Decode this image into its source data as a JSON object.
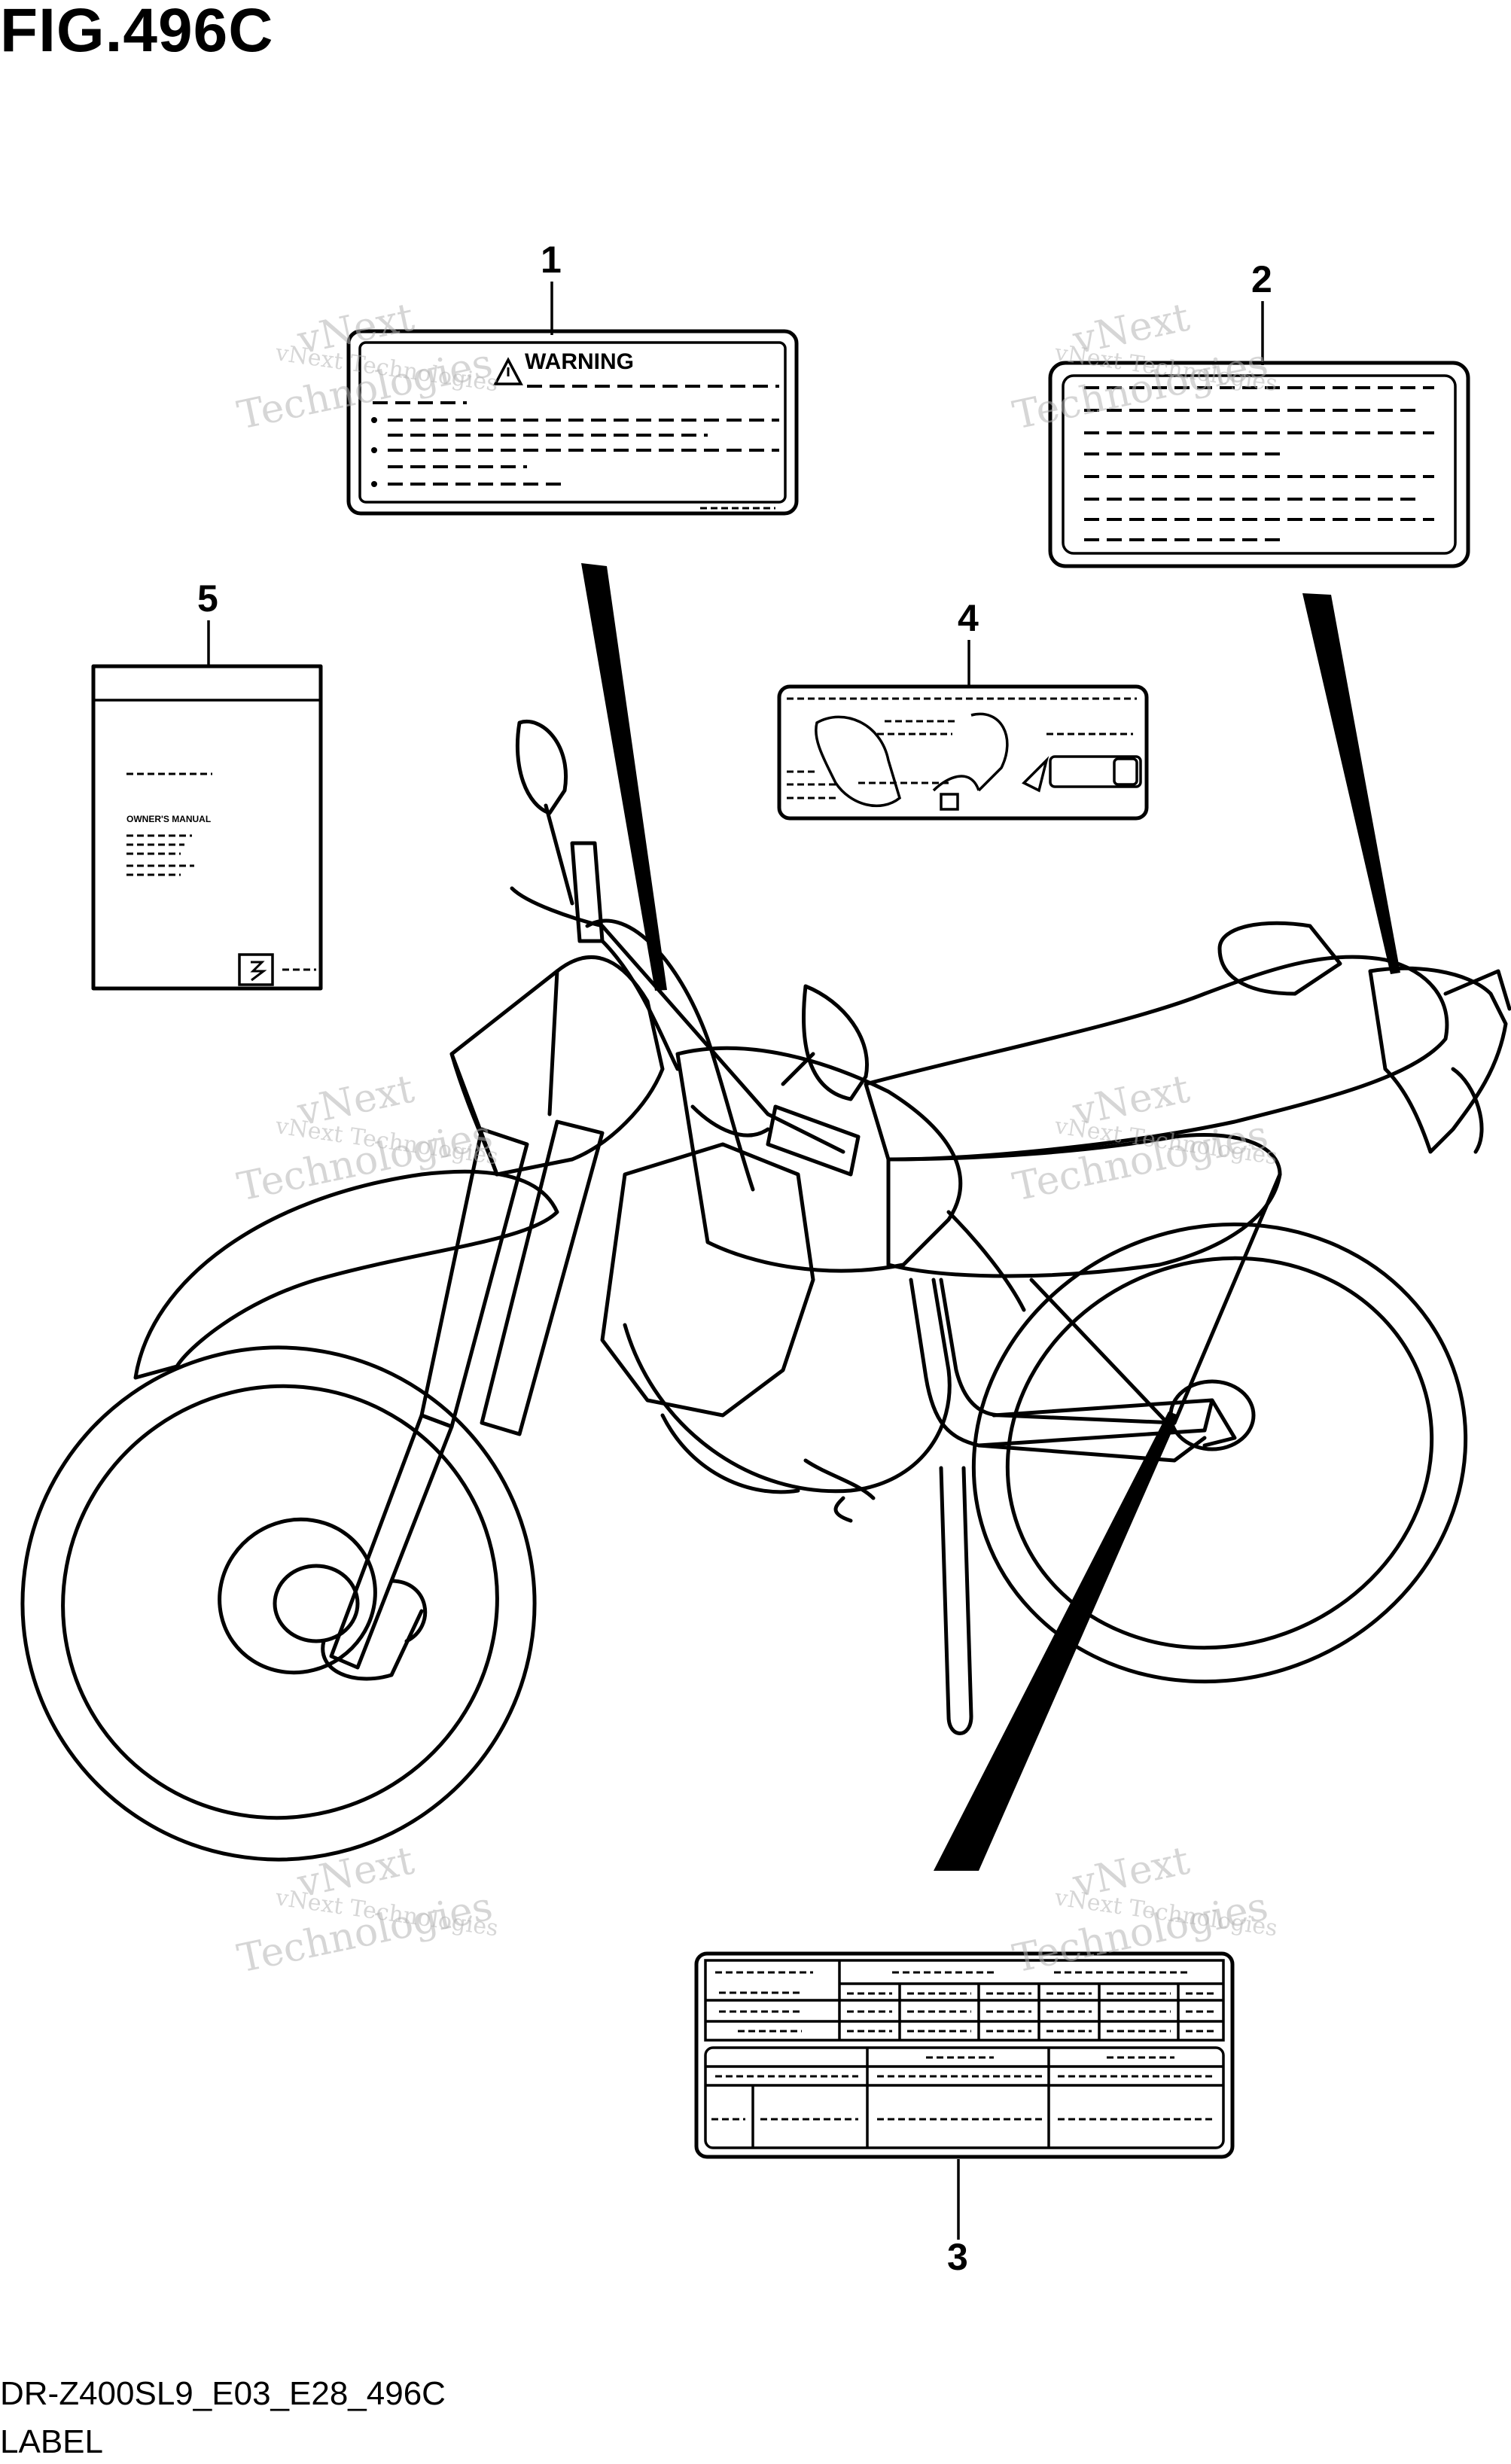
{
  "figure": {
    "title": "FIG.496C",
    "model_code": "DR-Z400SL9_E03_E28_496C",
    "section_name": "LABEL"
  },
  "callouts": [
    "1",
    "2",
    "3",
    "4",
    "5"
  ],
  "labels": {
    "warning_label": {
      "heading": "WARNING"
    },
    "manual": {
      "heading": "OWNER'S MANUAL"
    }
  },
  "watermark": {
    "line1": "vNext Technologies",
    "line2": "vNext",
    "line3": "Technologies"
  },
  "colors": {
    "ink": "#000000",
    "watermark": "#b5b5b5"
  }
}
